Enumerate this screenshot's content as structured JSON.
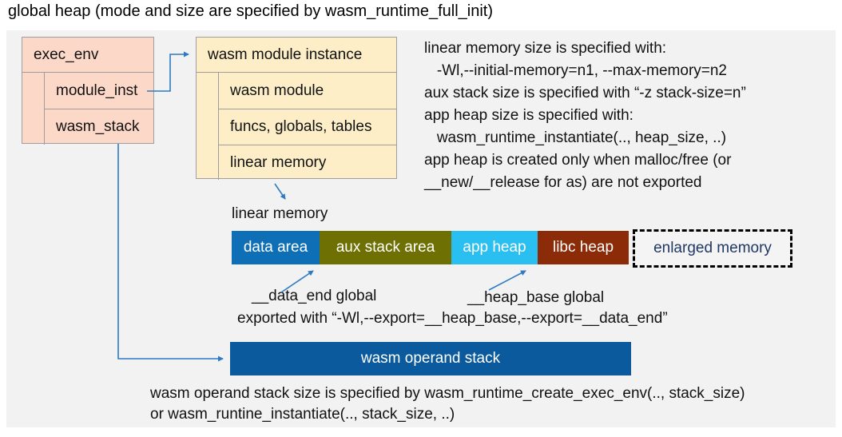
{
  "title": "global heap (mode and size are specified by wasm_runtime_full_init)",
  "exec_env": {
    "header": "exec_env",
    "rows": [
      "module_inst",
      "wasm_stack"
    ]
  },
  "module_instance": {
    "header": "wasm module instance",
    "rows": [
      "wasm module",
      "funcs, globals, tables",
      "linear memory"
    ]
  },
  "notes_right": {
    "lines": [
      "linear memory size is specified with:",
      "   -Wl,--initial-memory=n1, --max-memory=n2",
      "aux stack size is specified with “-z stack-size=n”",
      "app heap size is specified with:",
      "   wasm_runtime_instantiate(.., heap_size, ..)",
      "app heap is created only when malloc/free (or",
      "__new/__release for as) are not exported"
    ]
  },
  "linear_memory": {
    "label": "linear memory",
    "segments": [
      {
        "label": "data area",
        "color": "#0e6fb6"
      },
      {
        "label": "aux stack area",
        "color": "#6e7003"
      },
      {
        "label": "app heap",
        "color": "#29bff0"
      },
      {
        "label": "libc heap",
        "color": "#8b2b07"
      }
    ],
    "enlarged": {
      "label": "enlarged memory",
      "text_color": "#1f3864"
    }
  },
  "annotations": {
    "data_end": "__data_end global",
    "heap_base": "__heap_base global",
    "exported": "exported with “-Wl,--export=__heap_base,--export=__data_end”"
  },
  "operand_stack": {
    "label": "wasm operand stack",
    "color": "#0a5a9d"
  },
  "notes_bottom": {
    "lines": [
      "wasm operand stack size is specified by wasm_runtime_create_exec_env(.., stack_size)",
      "or wasm_runtine_instantiate(.., stack_size, ..)"
    ]
  },
  "colors": {
    "panel_bg": "#f2f2f2",
    "exec_env_fill": "#fbd8c7",
    "instance_fill": "#fdeec8",
    "box_border": "#9e9e9e",
    "arrow": "#2e7bc4"
  }
}
